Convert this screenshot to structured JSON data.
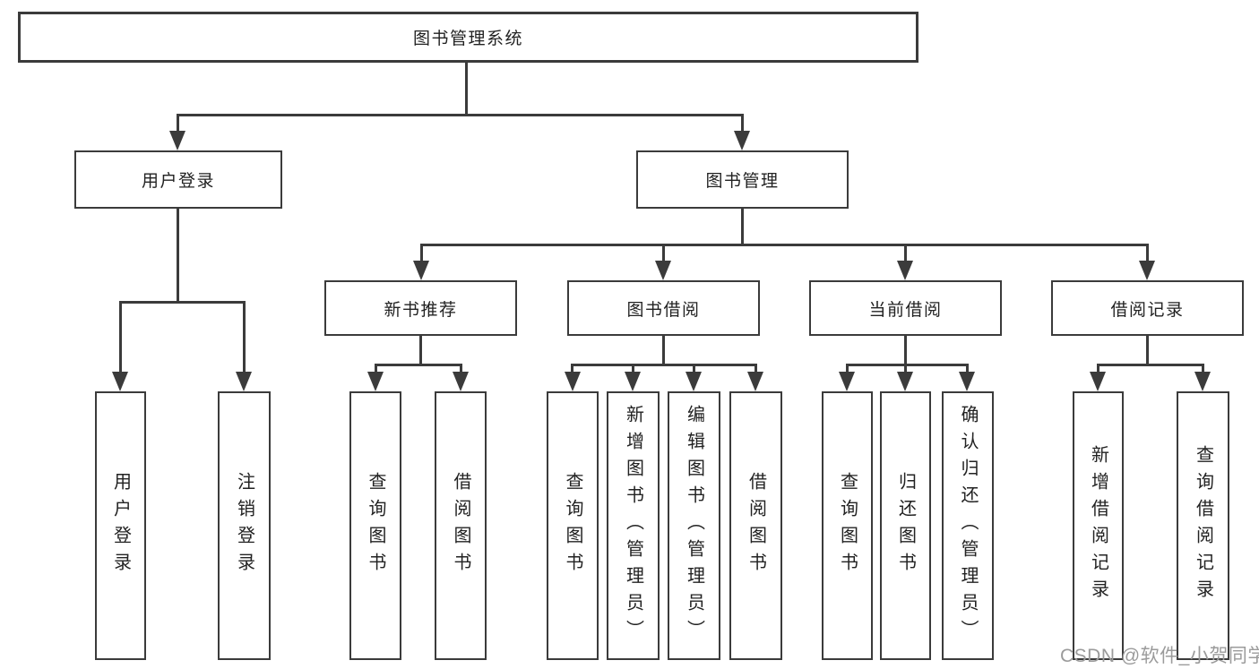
{
  "tree": {
    "root": "图书管理系统",
    "level2": [
      "用户登录",
      "图书管理"
    ],
    "level3": [
      "新书推荐",
      "图书借阅",
      "当前借阅",
      "借阅记录"
    ],
    "leaves_user_login": [
      "用户登录",
      "注销登录"
    ],
    "leaves_new_books": [
      "查询图书",
      "借阅图书"
    ],
    "leaves_book_borrow": [
      "查询图书",
      "新增图书（管理员）",
      "编辑图书（管理员）",
      "借阅图书"
    ],
    "leaves_current_borrow": [
      "查询图书",
      "归还图书",
      "确认归还（管理员）"
    ],
    "leaves_borrow_records": [
      "新增借阅记录",
      "查询借阅记录"
    ]
  },
  "watermark": "CSDN @软件_小贺同学",
  "colors": {
    "line": "#3b3b3b",
    "text": "#222222",
    "box_background": "#ffffff",
    "watermark": "#9b9b9b"
  }
}
